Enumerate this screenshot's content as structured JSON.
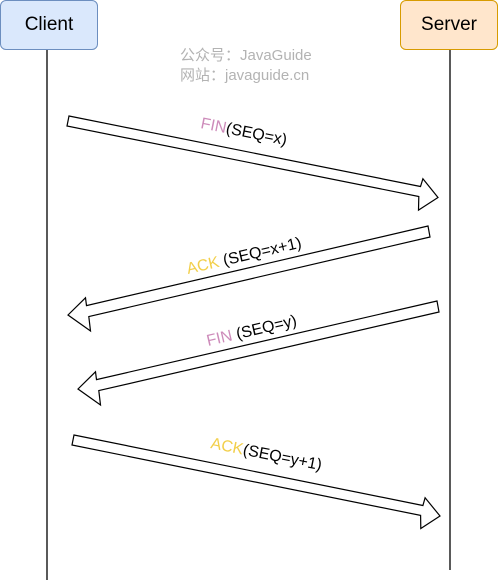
{
  "nodes": {
    "client": "Client",
    "server": "Server"
  },
  "watermark": {
    "line1": "公众号：JavaGuide",
    "line2": "网站：javaguide.cn"
  },
  "messages": [
    {
      "flag": "FIN",
      "seq": "(SEQ=x)",
      "flag_color": "#cd8bba"
    },
    {
      "flag": "ACK",
      "seq": " (SEQ=x+1)",
      "flag_color": "#f2cf4a"
    },
    {
      "flag": "FIN",
      "seq": " (SEQ=y)",
      "flag_color": "#cd8bba"
    },
    {
      "flag": "ACK",
      "seq": "(SEQ=y+1)",
      "flag_color": "#f2cf4a"
    }
  ],
  "colors": {
    "client_fill": "#dae8fc",
    "client_stroke": "#6c8ebf",
    "server_fill": "#ffe6cc",
    "server_stroke": "#d79b00"
  }
}
